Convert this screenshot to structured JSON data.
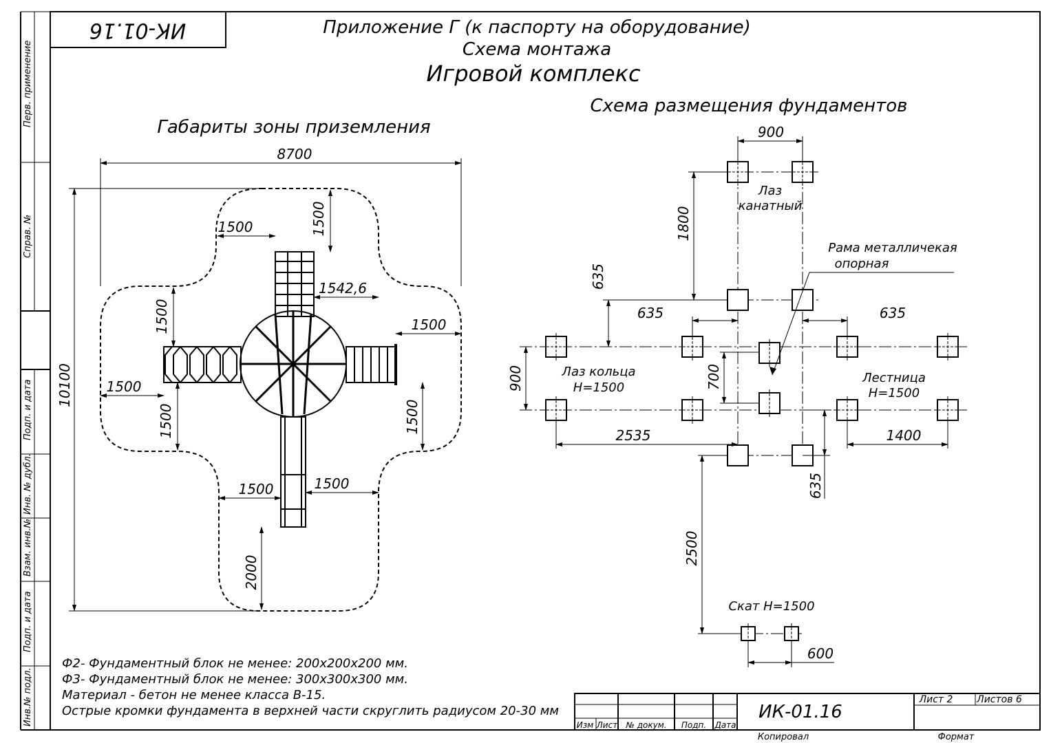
{
  "stamp_top": "ИК-01.16",
  "titles": {
    "line1": "Приложение Г (к паспорту на оборудование)",
    "line2": "Схема монтажа",
    "line3": "Игровой комплекс"
  },
  "left_heading": "Габариты зоны приземления",
  "right_heading": "Схема размещения фундаментов",
  "side_margin": [
    "Перв. применение",
    "Справ. №",
    "Подп. и дата",
    "Инв. № дубл.",
    "Взам. инв.№",
    "Подп. и дата",
    "Инв.№ подл."
  ],
  "left_dims": {
    "width_total": "8700",
    "height_total": "10100",
    "d_1500_a": "1500",
    "d_1500_b": "1500",
    "d_1542": "1542,6",
    "d_1500_c": "1500",
    "d_1500_d": "1500",
    "d_1500_e": "1500",
    "d_1500_f": "1500",
    "d_1500_g": "1500",
    "d_1500_h": "1500",
    "d_1500_i": "1500",
    "d_2000": "2000"
  },
  "right_dims": {
    "d_900_top": "900",
    "d_1800": "1800",
    "d_635_a": "635",
    "d_635_b": "635",
    "d_635_c": "635",
    "d_900_left": "900",
    "d_700": "700",
    "d_2535": "2535",
    "d_1400": "1400",
    "d_635_d": "635",
    "d_2500": "2500",
    "d_600": "600"
  },
  "right_labels": {
    "rope_1": "Лаз",
    "rope_2": "канатный",
    "frame_1": "Рама металличекая",
    "frame_2": "опорная",
    "ring_1": "Лаз кольца",
    "ring_2": "Н=1500",
    "ladder_1": "Лестница",
    "ladder_2": "Н=1500",
    "slide": "Скат Н=1500"
  },
  "notes": [
    "Ф2- Фундаментный блок не менее: 200х200х200 мм.",
    "Ф3- Фундаментный блок не менее: 300х300х300 мм.",
    "Материал - бетон не менее класса В-15.",
    "Острые кромки фундамента в верхней части скруглить радиусом 20-30 мм"
  ],
  "title_block": {
    "designation": "ИК-01.16",
    "sheet_label": "Лист 2",
    "sheets_label": "Листов 6",
    "col_izm": "Изм",
    "col_list": "Лист",
    "col_doc": "№ докум.",
    "col_sign": "Подп.",
    "col_date": "Дата",
    "copied": "Копировал",
    "format": "Формат"
  }
}
